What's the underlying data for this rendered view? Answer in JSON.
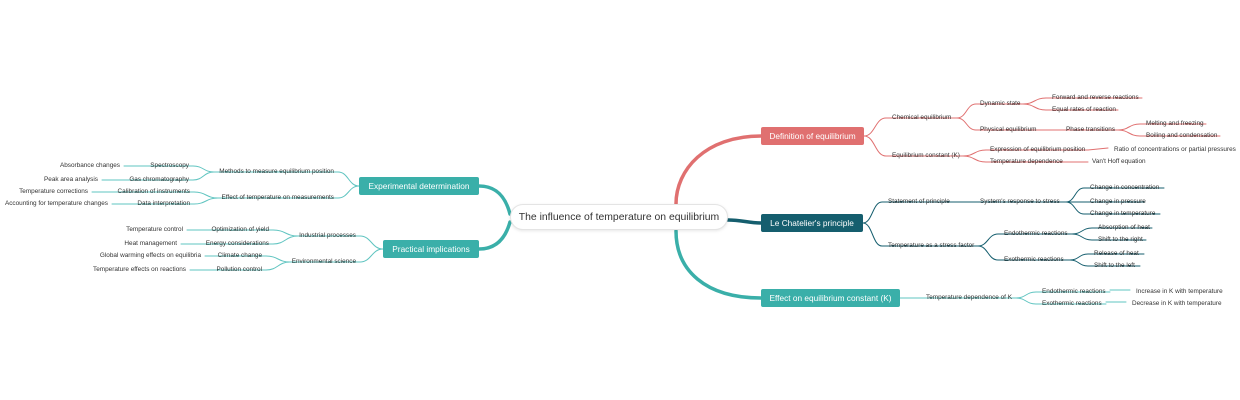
{
  "colors": {
    "red": "#e07070",
    "dark": "#155e6e",
    "teal": "#3aafa9"
  },
  "root": {
    "label": "The influence of temperature on equilibrium"
  },
  "branches": {
    "definition": {
      "label": "Definition of equilibrium",
      "chemical": {
        "label": "Chemical equilibrium",
        "dynamic": {
          "label": "Dynamic state",
          "forward": "Forward and reverse reactions",
          "equal": "Equal rates of reaction"
        },
        "physical": {
          "label": "Physical equilibrium",
          "phase": "Phase transitions",
          "melting": "Melting and freezing",
          "boiling": "Boiling and condensation"
        }
      },
      "constant": {
        "label": "Equilibrium constant (K)",
        "expression": "Expression of equilibrium position",
        "ratio": "Ratio of concentrations or partial pressures",
        "tempdep": "Temperature dependence",
        "vanthoff": "Van't Hoff equation"
      }
    },
    "lechatelier": {
      "label": "Le Chatelier's principle",
      "statement": {
        "label": "Statement of principle",
        "response": "System's response to stress",
        "conc": "Change in concentration",
        "pressure": "Change in pressure",
        "temp": "Change in temperature"
      },
      "stress": {
        "label": "Temperature as a stress factor",
        "endo": {
          "label": "Endothermic reactions",
          "absorb": "Absorption of heat",
          "right": "Shift to the right"
        },
        "exo": {
          "label": "Exothermic reactions",
          "release": "Release of heat",
          "left": "Shift to the left"
        }
      }
    },
    "effect": {
      "label": "Effect on equilibrium constant (K)",
      "tdk": {
        "label": "Temperature dependence of K",
        "endo": "Endothermic reactions",
        "exo": "Exothermic reactions",
        "increase": "Increase in K with temperature",
        "decrease": "Decrease in K with temperature"
      }
    },
    "experimental": {
      "label": "Experimental determination",
      "methods": {
        "label": "Methods to measure equilibrium position",
        "spectroscopy": "Spectroscopy",
        "absorbance": "Absorbance changes",
        "gc": "Gas chromatography",
        "peak": "Peak area analysis"
      },
      "effect": {
        "label": "Effect of temperature on measurements",
        "calibration": "Calibration of instruments",
        "corrections": "Temperature corrections",
        "interpretation": "Data interpretation",
        "accounting": "Accounting for temperature changes"
      }
    },
    "practical": {
      "label": "Practical implications",
      "industrial": {
        "label": "Industrial processes",
        "yield": "Optimization of yield",
        "control": "Temperature control",
        "energy": "Energy considerations",
        "heat": "Heat management"
      },
      "environmental": {
        "label": "Environmental science",
        "climate": "Climate change",
        "warming": "Global warming effects on equilibria",
        "pollution": "Pollution control",
        "reactions": "Temperature effects on reactions"
      }
    }
  }
}
